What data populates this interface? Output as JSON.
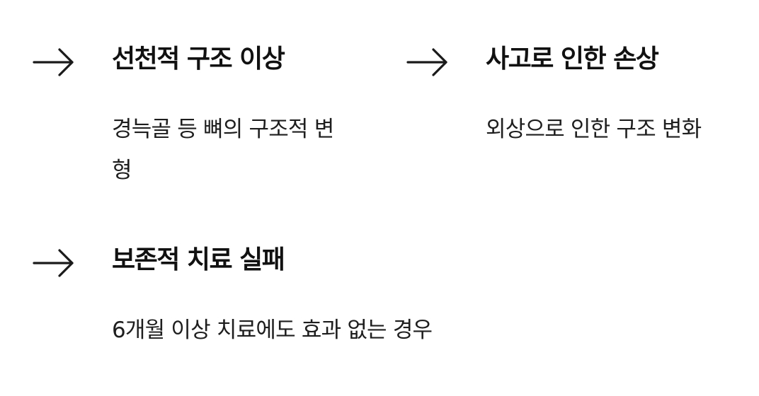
{
  "items": [
    {
      "icon": "arrow-right-icon",
      "title": "선천적 구조 이상",
      "description": "경늑골 등 뼈의 구조적 변형"
    },
    {
      "icon": "arrow-right-icon",
      "title": "사고로 인한 손상",
      "description": "외상으로 인한 구조 변화"
    },
    {
      "icon": "arrow-right-icon",
      "title": "보존적 치료 실패",
      "description": "6개월 이상 치료에도 효과 없는 경우"
    }
  ],
  "colors": {
    "text": "#111111",
    "background": "#ffffff"
  }
}
